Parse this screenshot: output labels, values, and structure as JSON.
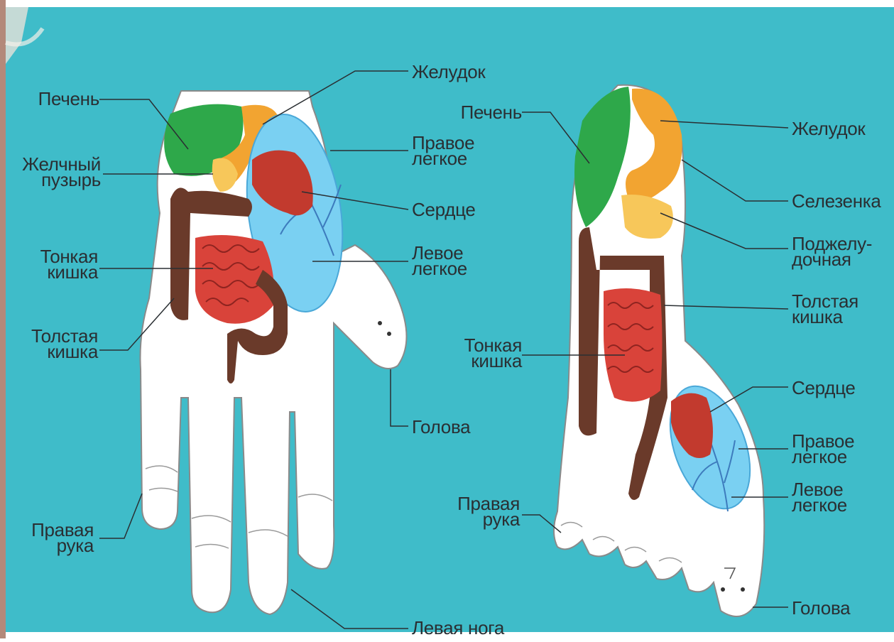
{
  "colors": {
    "background": "#3fbcc9",
    "frame": "#b3897a",
    "liver": "#2ea84a",
    "stomach": "#f2a431",
    "lung": "#7ad0f2",
    "heart": "#c23a2e",
    "small_intestine": "#d9433a",
    "large_intestine": "#6a3a2a",
    "skin": "#ffffff"
  },
  "labels": {
    "hand_liver": "Печень",
    "hand_gallbladder": [
      "Желчный",
      "пузырь"
    ],
    "hand_small_intestine": [
      "Тонкая",
      "кишка"
    ],
    "hand_large_intestine": [
      "Толстая",
      "кишка"
    ],
    "hand_right_arm": [
      "Правая",
      "рука"
    ],
    "hand_stomach": "Желудок",
    "hand_right_lung": [
      "Правое",
      "легкое"
    ],
    "hand_heart": "Сердце",
    "hand_left_lung": [
      "Левое",
      "легкое"
    ],
    "hand_head": "Голова",
    "hand_left_leg": "Левая нога",
    "foot_liver": "Печень",
    "foot_small_intestine": [
      "Тонкая",
      "кишка"
    ],
    "foot_right_arm": [
      "Правая",
      "рука"
    ],
    "foot_stomach": "Желудок",
    "foot_spleen": "Селезенка",
    "foot_pancreas": [
      "Поджелу-",
      "дочная"
    ],
    "foot_large_intestine": [
      "Толстая",
      "кишка"
    ],
    "foot_heart": "Сердце",
    "foot_right_lung": [
      "Правое",
      "легкое"
    ],
    "foot_left_lung": [
      "Левое",
      "легкое"
    ],
    "foot_head": "Голова"
  }
}
